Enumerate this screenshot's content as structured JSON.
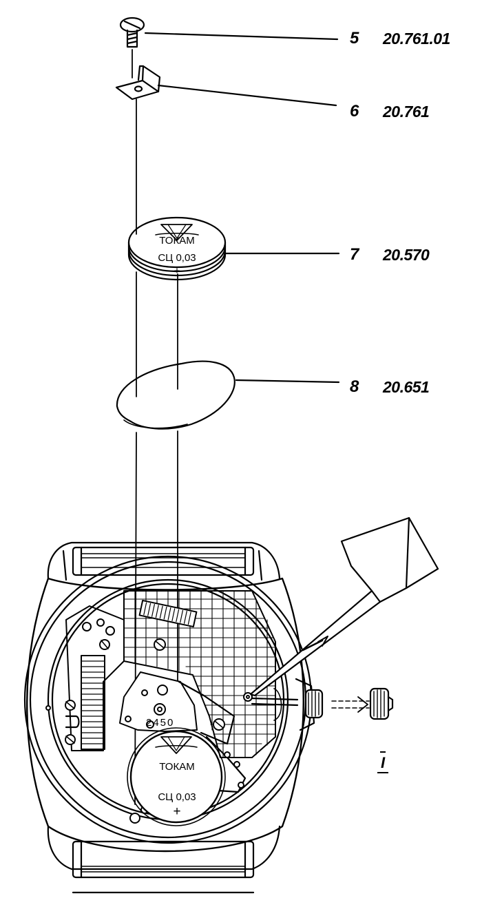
{
  "callouts": [
    {
      "number": "5",
      "code": "20.761.01"
    },
    {
      "number": "6",
      "code": "20.761"
    },
    {
      "number": "7",
      "code": "20.570"
    },
    {
      "number": "8",
      "code": "20.651"
    }
  ],
  "battery_top": {
    "brand": "ТОКАМ",
    "model": "СЦ 0,03",
    "polarity": "+"
  },
  "battery_inside": {
    "brand": "ТОКАМ",
    "model": "СЦ 0,03",
    "polarity": "+"
  },
  "movement_digits": "2450",
  "stem_direction_label": "I"
}
